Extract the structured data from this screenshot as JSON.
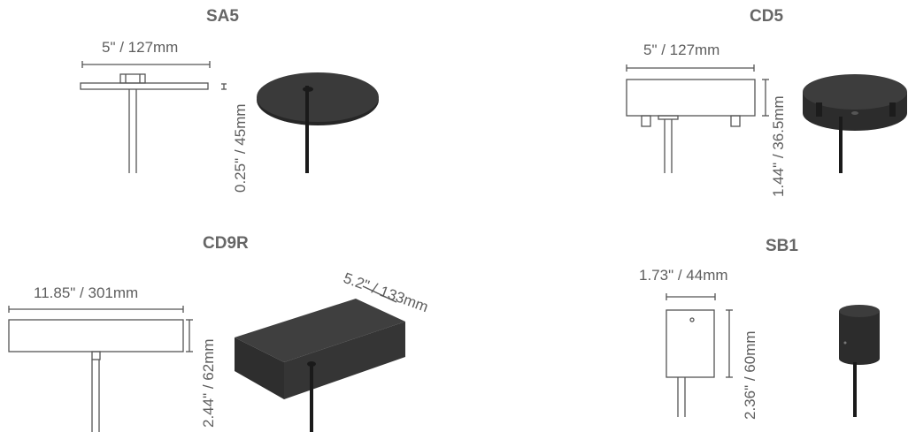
{
  "products": [
    {
      "title": "SA5",
      "width_label": "5\" / 127mm",
      "height_label": "0.25\" / 45mm"
    },
    {
      "title": "CD5",
      "width_label": "5\" / 127mm",
      "height_label": "1.44\" / 36.5mm"
    },
    {
      "title": "CD9R",
      "width_label": "11.85\" / 301mm",
      "height_label": "2.44\" / 62mm",
      "depth_label": "5.2\" / 133mm"
    },
    {
      "title": "SB1",
      "width_label": "1.73\" / 44mm",
      "height_label": "2.36\" / 60mm"
    }
  ],
  "colors": {
    "line": "#555555",
    "product_dark": "#2e2e2e",
    "product_mid": "#3c3c3c"
  }
}
